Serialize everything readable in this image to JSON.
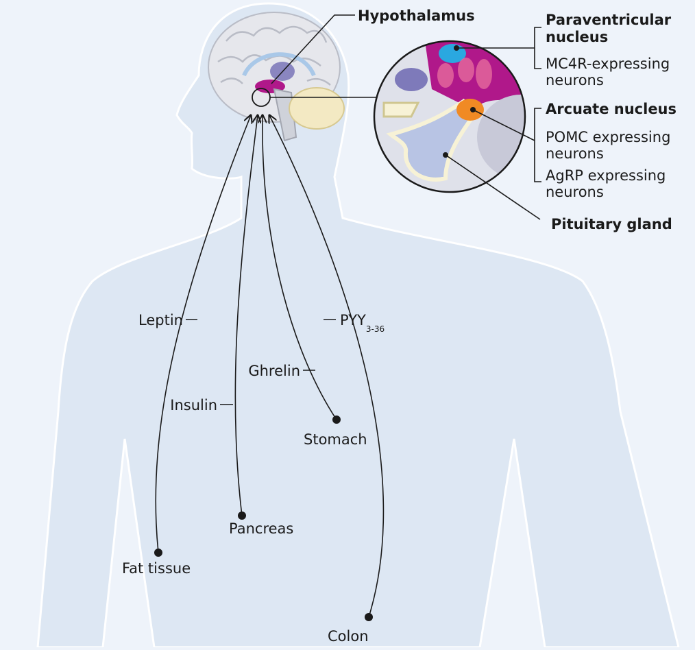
{
  "brain_labels": {
    "hypothalamus": "Hypothalamus",
    "paraventricular_line1": "Paraventricular",
    "paraventricular_line2": "nucleus",
    "mc4r_line1": "MC4R-expressing",
    "mc4r_line2": "neurons",
    "arcuate": "Arcuate nucleus",
    "pomc_line1": "POMC expressing",
    "pomc_line2": "neurons",
    "agrp_line1": "AgRP expressing",
    "agrp_line2": "neurons",
    "pituitary": "Pituitary gland"
  },
  "hormones": {
    "leptin": "Leptin",
    "insulin": "Insulin",
    "ghrelin": "Ghrelin",
    "pyy": "PYY",
    "pyy_sub": "3-36"
  },
  "organs": {
    "stomach": "Stomach",
    "pancreas": "Pancreas",
    "fat_tissue": "Fat tissue",
    "colon": "Colon"
  },
  "colors": {
    "body": "#dde7f3",
    "outline": "#ffffff",
    "line": "#1a1a1a",
    "paraventricular": "#b0188a",
    "mc4r": "#2aa8e0",
    "arcuate": "#f08a24",
    "pituitary": "#b8c4e4"
  }
}
